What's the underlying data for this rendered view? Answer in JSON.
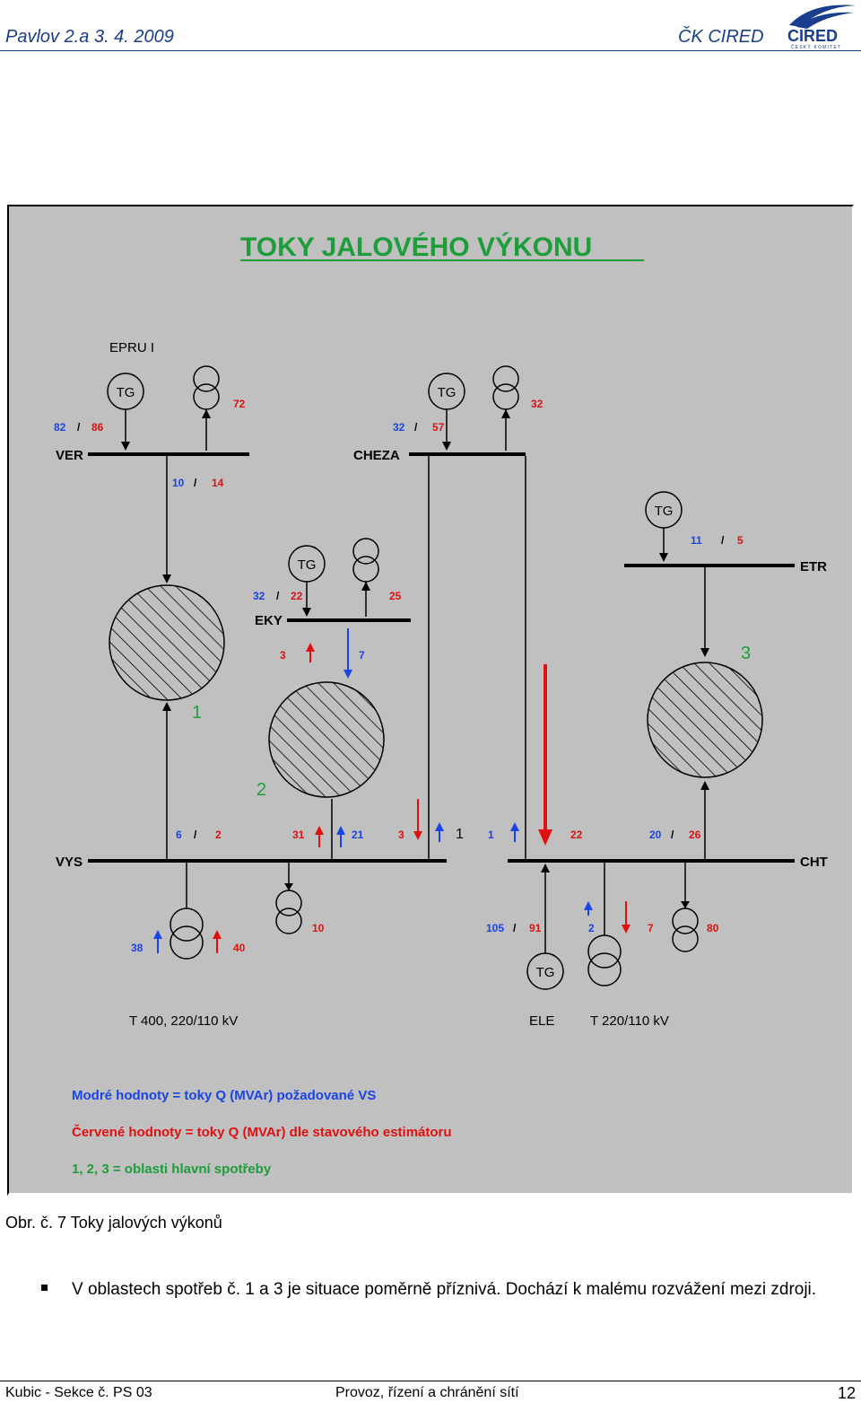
{
  "header": {
    "left": "Pavlov 2.a 3. 4. 2009",
    "right": "ČK CIRED",
    "logo_text": "CIRED",
    "logo_subtext": "ČESKÝ KOMITÉT"
  },
  "diagram": {
    "title": "TOKY JALOVÉHO VÝKONU",
    "labels": {
      "epru": "EPRU I",
      "ver": "VER",
      "cheza": "CHEZA",
      "eky": "EKY",
      "etr": "ETR",
      "vys": "VYS",
      "cht": "CHT",
      "ele": "ELE",
      "t400": "T 400, 220/110 kV",
      "t220": "T 220/110 kV",
      "tg": "TG",
      "slash": "/"
    },
    "areas": {
      "a1": "1",
      "a2": "2",
      "a3": "3"
    },
    "values": {
      "ver_blue": "82",
      "ver_red": "86",
      "ver_tr": "72",
      "ver_feed_blue": "10",
      "ver_feed_red": "14",
      "cheza_blue": "32",
      "cheza_red": "57",
      "cheza_tr": "32",
      "etr_blue": "11",
      "etr_red": "5",
      "eky_blue": "32",
      "eky_red": "22",
      "eky_tr": "25",
      "eky_red2": "3",
      "eky_blue2": "7",
      "vys_blue": "6",
      "vys_red": "2",
      "vys_red2": "31",
      "vys_blue2": "21",
      "vys_red3": "3",
      "tie_1a": "1",
      "tie_1b": "1",
      "cht_red": "22",
      "cht_blue": "20",
      "cht_red2": "26",
      "vys_t_blue": "38",
      "vys_t_red": "40",
      "vys_t2": "10",
      "ele_blue": "105",
      "ele_red": "91",
      "cht_t_blue": "2",
      "cht_t_red": "7",
      "cht_t2": "80"
    },
    "legend": {
      "blue": "Modré hodnoty = toky Q (MVAr) požadované VS",
      "red": "Červené hodnoty = toky Q (MVAr) dle stavového estimátoru",
      "green": "1, 2, 3 = oblasti hlavní spotřeby"
    },
    "colors": {
      "blue": "#1a44e6",
      "red": "#e01010",
      "green": "#1e9e3a",
      "bg": "#c0c0c0"
    }
  },
  "caption": "Obr. č. 7 Toky jalových výkonů",
  "bullet": "V oblastech spotřeb č. 1 a 3 je situace poměrně příznivá. Dochází k malému rozvážení mezi zdroji.",
  "footer": {
    "left": "Kubic - Sekce č. PS 03",
    "middle": "Provoz, řízení a chránění sítí",
    "page": "12"
  }
}
